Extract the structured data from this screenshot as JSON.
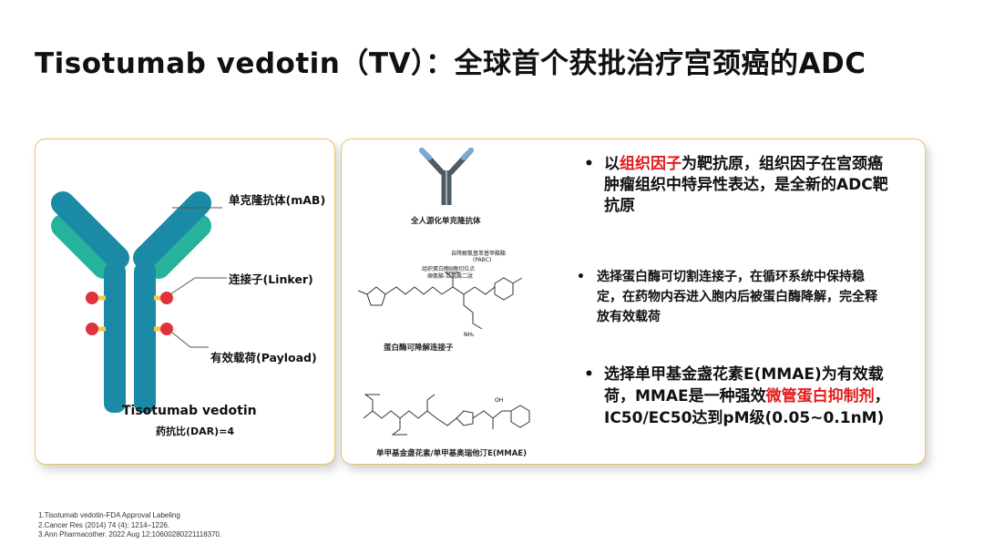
{
  "title": "Tisotumab vedotin（TV）：全球首个获批治疗宫颈癌的ADC",
  "left_panel": {
    "label_mab": "单克隆抗体(mAB)",
    "label_linker": "连接子(Linker)",
    "label_payload": "有效载荷(Payload)",
    "drug_name": "Tisotumab vedotin",
    "dar": "药抗比(DAR)=4"
  },
  "right_panel": {
    "antibody_caption": "全人源化单克隆抗体",
    "linker_caption": "蛋白酶可降解连接子",
    "mmae_caption": "单甲基金盏花素/单甲基奥瑞他汀E(MMAE)",
    "structure_note_1": "自降解氨基苯基甲酸酯",
    "structure_note_2": "(PABC)",
    "structure_note_3": "组织蛋白酶B酶切位点",
    "structure_note_4": "缬氨酸-瓜氨酸二肽",
    "bullets": [
      {
        "dot": "•",
        "parts": [
          "以",
          "组织因子",
          "为靶抗原，组织因子在宫颈癌肿瘤组织中特异性表达，是全新的ADC靶抗原"
        ]
      },
      {
        "dot": "•",
        "text": "选择蛋白酶可切割连接子，在循环系统中保持稳定，在药物内吞进入胞内后被蛋白酶降解，完全释放有效载荷"
      },
      {
        "dot": "•",
        "parts": [
          "选择单甲基金盏花素E(MMAE)为有效载荷，MMAE是一种强效",
          "微管蛋白抑制剂",
          "，IC50/EC50达到pM级(0.05~0.1nM)"
        ]
      }
    ]
  },
  "references": [
    "1.Tisotumab vedotin-FDA Approval Labeling",
    "2.Cancer Res (2014) 74 (4): 1214–1226.",
    "3.Ann Pharmacother. 2022 Aug 12;10600280221118370."
  ],
  "colors": {
    "antibody_dark": "#1b8aa6",
    "antibody_light": "#27b39b",
    "linker": "#f2c94c",
    "payload": "#e0323a",
    "panel_border": "#e8c46a",
    "highlight": "#e21b1b"
  }
}
